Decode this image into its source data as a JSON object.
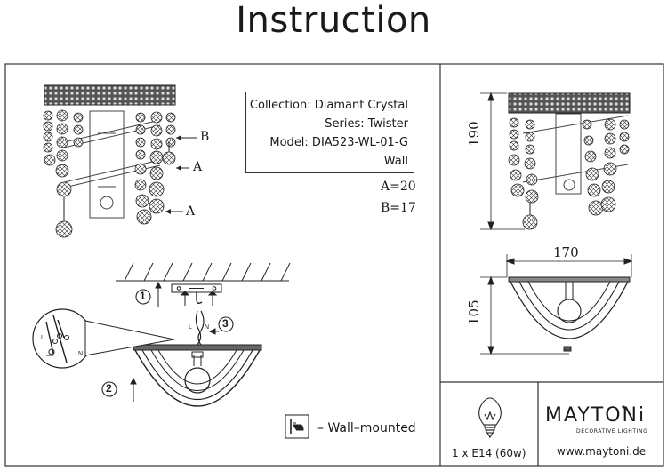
{
  "title": "Instruction",
  "info": {
    "collection": "Collection: Diamant Crystal",
    "series": "Series: Twister",
    "model": "Model: DIA523-WL-01-G",
    "type": "Wall"
  },
  "measures": {
    "a": "A=20",
    "b": "B=17"
  },
  "callouts": {
    "a_label": "A",
    "b_label": "B"
  },
  "dimensions": {
    "height": "190",
    "width": "170",
    "depth": "105"
  },
  "steps": [
    "1",
    "2",
    "3"
  ],
  "wiring": {
    "live": "L",
    "neutral": "N"
  },
  "mounting": {
    "label": "– Wall–mounted"
  },
  "bulb": {
    "spec": "1 x E14 (60w)"
  },
  "brand": {
    "name": "MAYTONi",
    "tagline": "DECORATIVE LIGHTING",
    "website": "www.maytoni.de"
  }
}
